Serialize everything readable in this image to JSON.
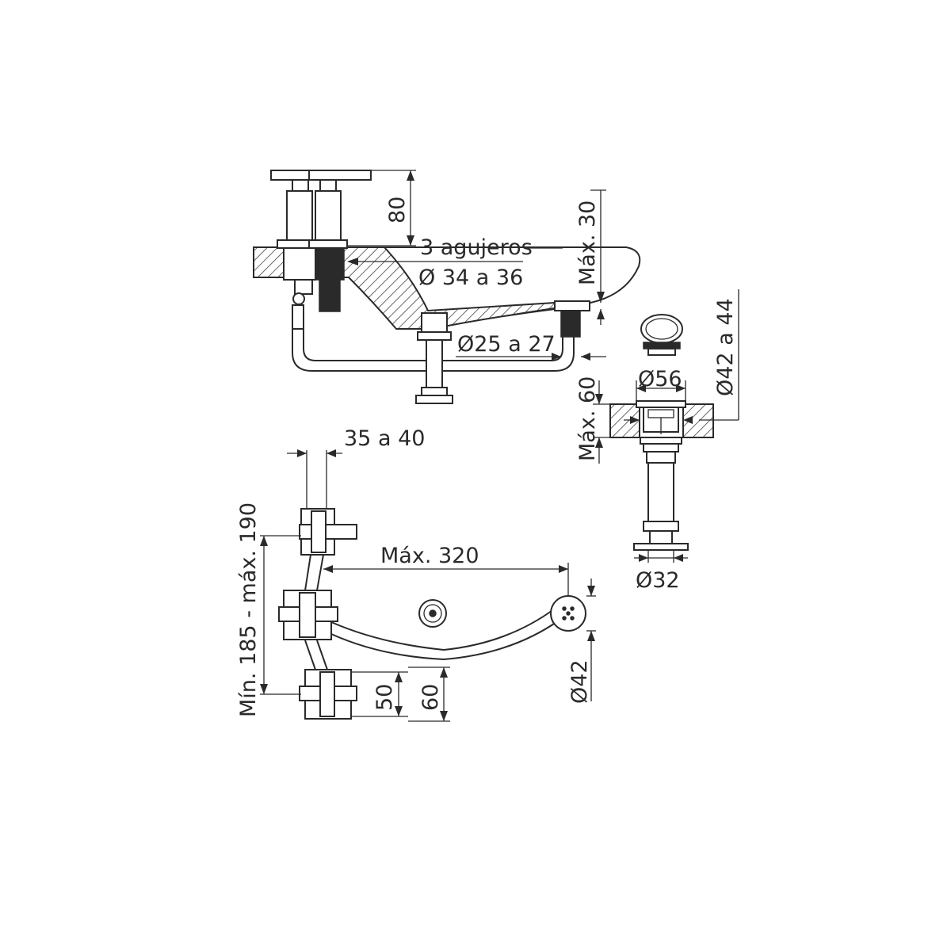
{
  "labels": {
    "dim_80": "80",
    "holes_line1": "3 agujeros",
    "holes_line2": "Ø 34 a 36",
    "max_30": "Máx. 30",
    "diam_25_27": "Ø25 a 27",
    "diam_42_44": "Ø42 a 44",
    "diam_56": "Ø56",
    "max_60": "Máx. 60",
    "diam_32": "Ø32",
    "dim_35_40": "35 a 40",
    "max_320": "Máx. 320",
    "min_max_185_190": "Mín. 185 - máx. 190",
    "dim_50": "50",
    "dim_60": "60",
    "diam_42": "Ø42"
  },
  "colors": {
    "line": "#2a2a2a",
    "background": "#ffffff"
  }
}
